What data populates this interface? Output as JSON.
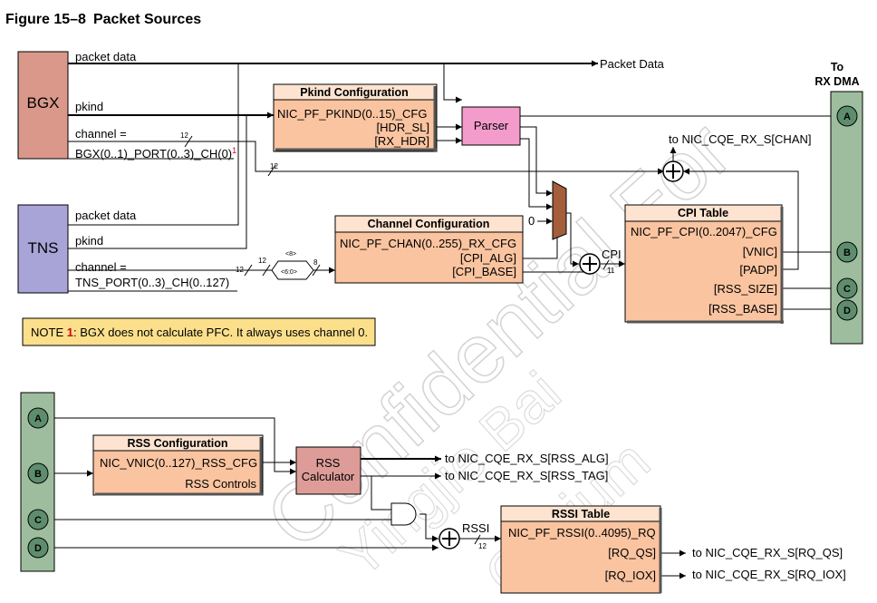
{
  "figure": {
    "number": "Figure 15–8",
    "title": "Packet Sources"
  },
  "sources": {
    "bgx": {
      "name": "BGX",
      "signals": [
        "packet data",
        "pkind"
      ],
      "channel_line1": "channel =",
      "channel_line2": "BGX(0..1)_PORT(0..3)_CH(0)",
      "channel_note_ref": "1",
      "bus_width": "12"
    },
    "tns": {
      "name": "TNS",
      "signals": [
        "packet data",
        "pkind"
      ],
      "channel_line1": "channel =",
      "channel_line2": "TNS_PORT(0..3)_CH(0..127)",
      "bus_width": "12"
    }
  },
  "rx_dma": {
    "line1": "To",
    "line2": "RX DMA",
    "ports": [
      "A",
      "B",
      "C",
      "D"
    ]
  },
  "packet_data_out": "Packet Data",
  "pkind_config": {
    "title": "Pkind Configuration",
    "lines": [
      "NIC_PF_PKIND(0..15)_CFG",
      "[HDR_SL]",
      "[RX_HDR]"
    ]
  },
  "parser": {
    "label": "Parser"
  },
  "channel_config": {
    "title": "Channel Configuration",
    "lines": [
      "NIC_PF_CHAN(0..255)_RX_CFG",
      "[CPI_ALG]",
      "[CPI_BASE]"
    ]
  },
  "cpi_table": {
    "title": "CPI Table",
    "lines": [
      "NIC_PF_CPI(0..2047)_CFG",
      "[VNIC]",
      "[PADP]",
      "[RSS_SIZE]",
      "[RSS_BASE]"
    ]
  },
  "to_chan": "to NIC_CQE_RX_S[CHAN]",
  "mux_zero": "0",
  "cpi_label": "CPI",
  "cpi_width": "11",
  "channel_bus": {
    "in_width": "12",
    "upper": "<8>",
    "lower": "<6:0>",
    "out_width": "8"
  },
  "chan_width_top": "12",
  "note": {
    "prefix": "NOTE ",
    "ref": "1",
    "text": ": BGX does not calculate PFC. It always uses channel 0."
  },
  "rss_ports": [
    "A",
    "B",
    "C",
    "D"
  ],
  "rss_config": {
    "title": "RSS Configuration",
    "lines": [
      "NIC_VNIC(0..127)_RSS_CFG",
      "RSS Controls"
    ]
  },
  "rss_calc": {
    "line1": "RSS",
    "line2": "Calculator"
  },
  "rss_outputs": [
    "to NIC_CQE_RX_S[RSS_ALG]",
    "to NIC_CQE_RX_S[RSS_TAG]"
  ],
  "rssi_label": "RSSI",
  "rssi_width": "12",
  "rssi_table": {
    "title": "RSSI Table",
    "lines": [
      "NIC_PF_RSSI(0..4095)_RQ",
      "[RQ_QS]",
      "[RQ_IOX]"
    ]
  },
  "rssi_outputs": [
    "to NIC_CQE_RX_S[RQ_QS]",
    "to NIC_CQE_RX_S[RQ_IOX]"
  ],
  "watermark": [
    "Confidential For",
    "Yingjie Bai",
    "Cavium"
  ],
  "colors": {
    "bgx": "#d9988a",
    "tns": "#a8a4d8",
    "config": "#fac4a0",
    "config_header": "#fde3d0",
    "parser": "#f39ccc",
    "dma": "#9ebd9e",
    "port": "#5e8d6e",
    "rss_calc": "#dd9c98",
    "note": "#fbdf8b",
    "mux": "#a45e3b"
  }
}
